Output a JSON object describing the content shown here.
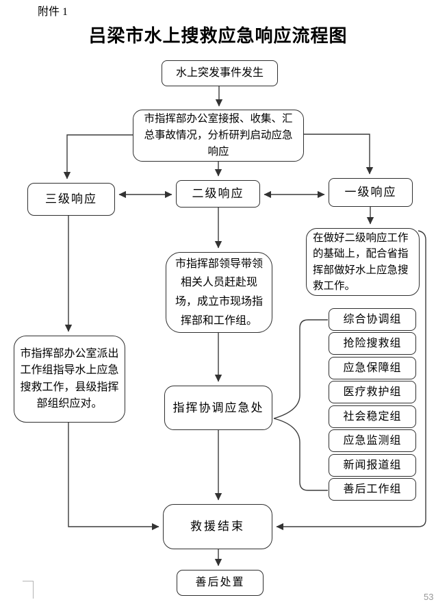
{
  "page": {
    "attachment_label": "附件 1",
    "title": "吕梁市水上搜救应急响应流程图",
    "page_number_artifact": "53"
  },
  "nodes": {
    "start": "水上突发事件发生",
    "office_report": "市指挥部办公室接报、收集、汇总事故情况，分析研判启动应急响应",
    "level3": "三级响应",
    "level2": "二级响应",
    "level1": "一级响应",
    "level1_detail": "在做好二级响应工作的基础上，配合省指挥部做好水上应急搜救工作。",
    "level2_detail": "市指挥部领导带领相关人员赶赴现场，成立市现场指挥部和工作组。",
    "level3_detail": "市指挥部办公室派出工作组指导水上应急搜救工作，县级指挥部组织应对。",
    "command": "指挥协调应急处",
    "rescue_end": "救援结束",
    "aftermath": "善后处置"
  },
  "groups": [
    "综合协调组",
    "抢险搜救组",
    "应急保障组",
    "医疗救护组",
    "社会稳定组",
    "应急监测组",
    "新闻报道组",
    "善后工作组"
  ],
  "colors": {
    "line": "#333333",
    "box_border": "#2e2e2e",
    "background": "#ffffff",
    "artifact_gray": "#b3b3b3"
  }
}
